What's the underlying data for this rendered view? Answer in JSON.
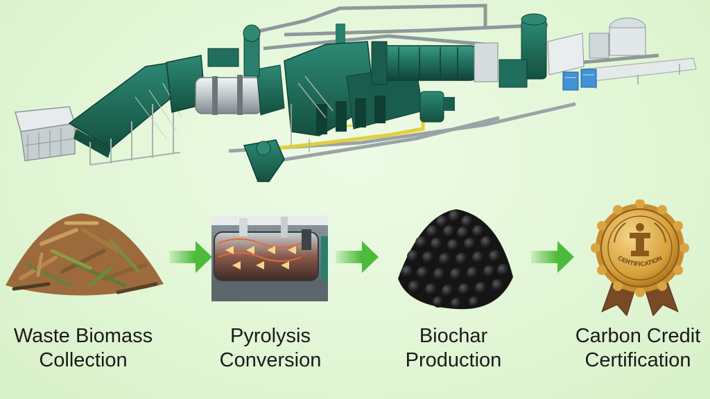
{
  "colors": {
    "background": "#e2f6d6",
    "arrow": "#4cbb3a",
    "machine_green": "#1f6e5e",
    "machine_dark": "#164f45",
    "steel": "#c9d1d3",
    "pipe_yellow": "#e3cf3a",
    "biochar": "#1e1e1e",
    "medal_gold": "#d6a13a",
    "ribbon": "#7a4a26"
  },
  "plant": {
    "icon": "pyrolysis-plant-illustration"
  },
  "steps": [
    {
      "icon": "wood-chips-pile-icon",
      "line1": "Waste Biomass",
      "line2": "Collection"
    },
    {
      "icon": "pyrolysis-kiln-photo",
      "line1": "Pyrolysis",
      "line2": "Conversion"
    },
    {
      "icon": "biochar-pile-icon",
      "line1": "Biochar",
      "line2": "Production"
    },
    {
      "icon": "certification-medal-icon",
      "line1": "Carbon Credit",
      "line2": "Certification",
      "badge_text": "CERTIFICATION"
    }
  ],
  "arrows": [
    {
      "icon": "right-arrow-icon"
    },
    {
      "icon": "right-arrow-icon"
    },
    {
      "icon": "right-arrow-icon"
    }
  ]
}
